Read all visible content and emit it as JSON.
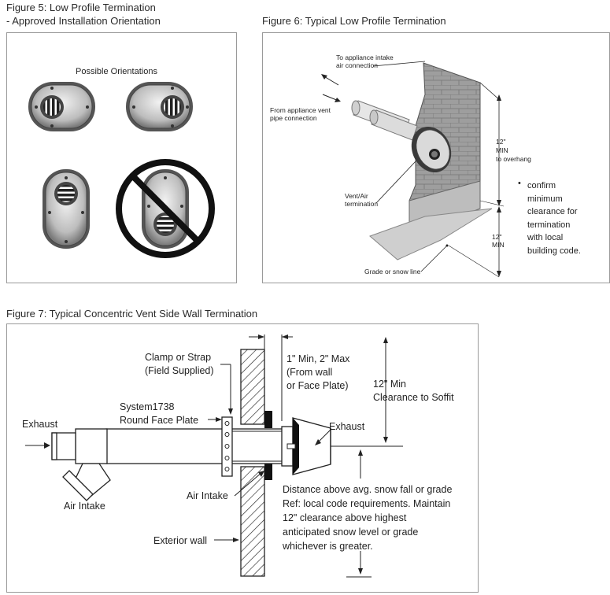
{
  "fig5": {
    "caption_line1": "Figure 5: Low Profile Termination",
    "caption_line2": "- Approved Installation Orientation",
    "heading": "Possible Orientations"
  },
  "fig6": {
    "caption": "Figure 6: Typical Low Profile Termination",
    "intake_label_1": "To appliance intake",
    "intake_label_2": "air connection",
    "vent_label_1": "From appliance vent",
    "vent_label_2": "pipe connection",
    "term_label_1": "Vent/Air",
    "term_label_2": "termination",
    "overhang_1": "12\"",
    "overhang_2": "MIN",
    "overhang_3": "to overhang",
    "grade_dim_1": "12\"",
    "grade_dim_2": "MIN",
    "grade_label": "Grade or snow line",
    "note_bullet": "•",
    "note_lines": [
      "confirm",
      "minimum",
      "clearance for",
      "termination",
      "with local",
      "building code."
    ]
  },
  "fig7": {
    "caption": "Figure 7: Typical Concentric Vent Side Wall Termination",
    "clamp_1": "Clamp or Strap",
    "clamp_2": "(Field Supplied)",
    "plate_1": "System1738",
    "plate_2": "Round Face Plate",
    "exhaust_left": "Exhaust",
    "air_intake_left": "Air Intake",
    "air_intake_mid": "Air Intake",
    "exterior_wall": "Exterior wall",
    "gap_1": "1\" Min, 2\" Max",
    "gap_2": "(From wall",
    "gap_3": "or Face Plate)",
    "soffit_1": "12\" Min",
    "soffit_2": "Clearance to Soffit",
    "exhaust_right": "Exhaust",
    "snow_lines": [
      "Distance above avg. snow fall or grade",
      "Ref: local code requirements. Maintain",
      "12\" clearance above highest",
      "anticipated snow level or grade",
      "whichever is greater."
    ]
  }
}
